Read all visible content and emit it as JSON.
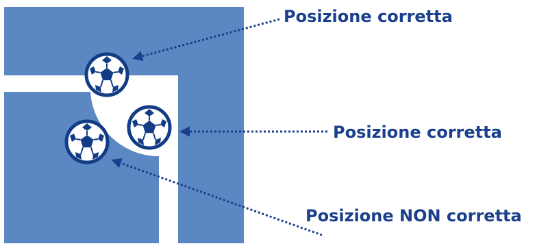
{
  "colors": {
    "field": "#5b87c2",
    "line": "#ffffff",
    "text": "#1a3f8c",
    "arrow": "#1a3f8c",
    "ball_dark": "#123c85",
    "ball_light": "#ffffff"
  },
  "labels": {
    "correct_top": "Posizione corretta",
    "correct_mid": "Posizione corretta",
    "incorrect": "Posizione NON corretta"
  },
  "icons": {
    "ball": "soccer-ball-icon",
    "arrow": "arrowhead-icon"
  }
}
